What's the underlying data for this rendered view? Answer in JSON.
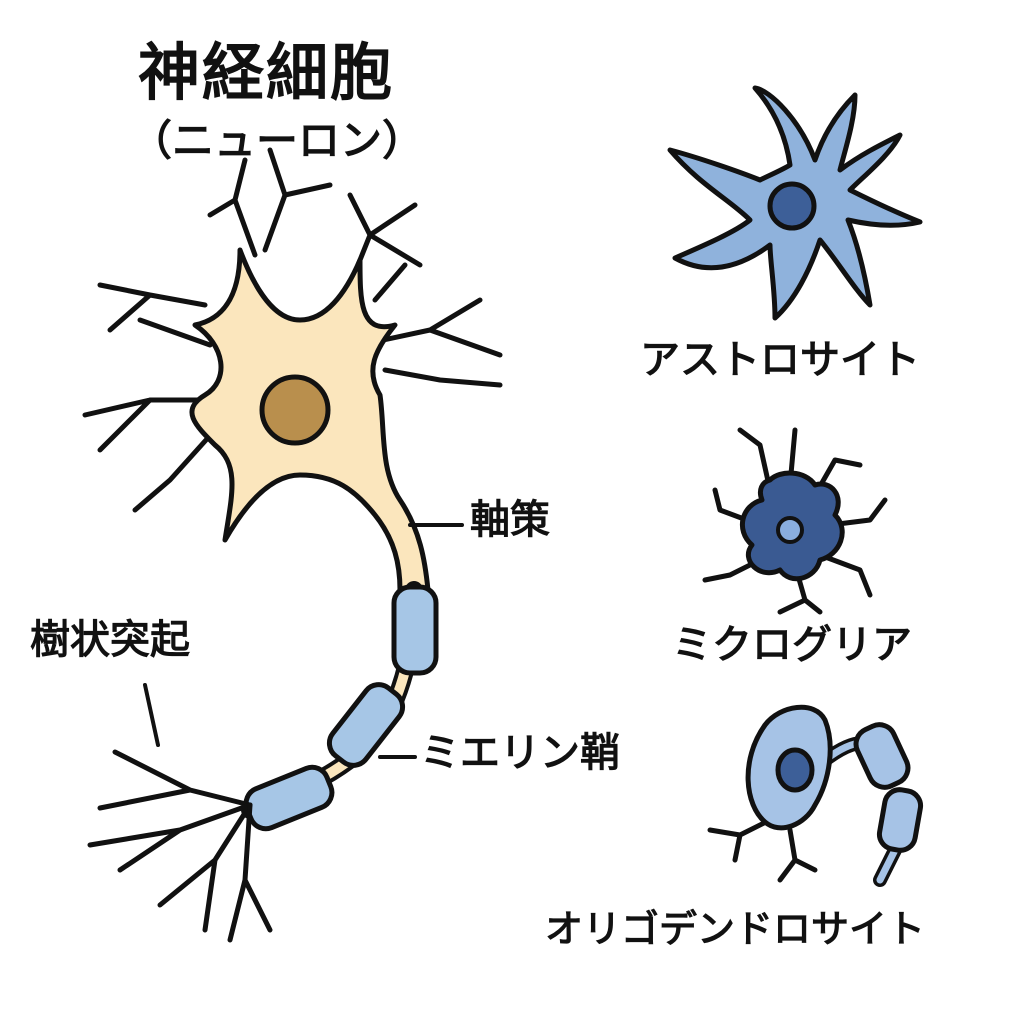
{
  "title": "神経細胞",
  "subtitle": "（ニューロン）",
  "labels": {
    "axon": "軸策",
    "dendrite": "樹状突起",
    "myelin": "ミエリン鞘",
    "astrocyte": "アストロサイト",
    "microglia": "ミクログリア",
    "oligodendrocyte": "オリゴデンドロサイト"
  },
  "colors": {
    "neuron_body": "#fbe6bd",
    "neuron_nucleus": "#b98f4d",
    "astrocyte": "#8fb2dc",
    "astrocyte_nucleus": "#3d5f98",
    "microglia": "#3a5a92",
    "microglia_nucleus": "#8aaede",
    "oligodendrocyte": "#a6c3e6",
    "oligodendrocyte_nucleus": "#3d5f98",
    "myelin": "#a6c6e6",
    "outline": "#111111"
  }
}
